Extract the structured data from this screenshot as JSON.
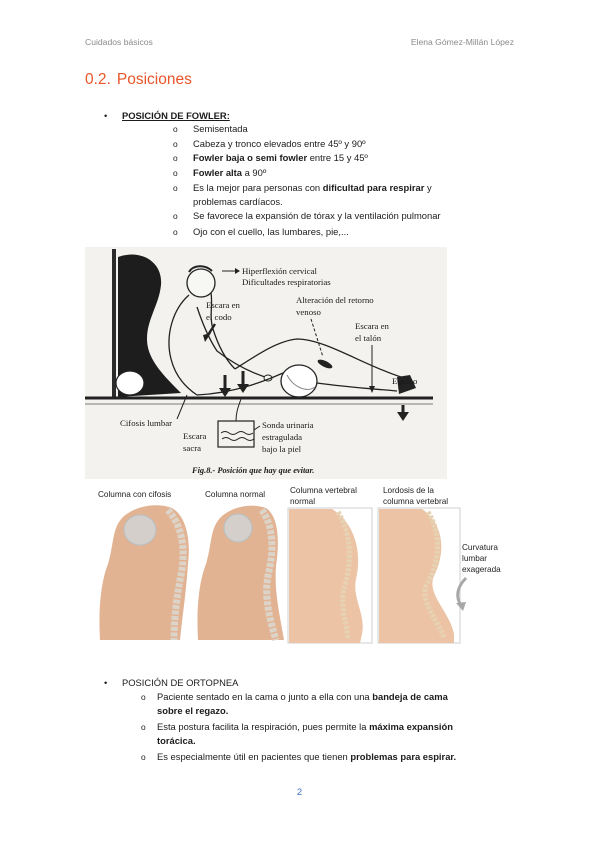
{
  "header": {
    "left": "Cuidados básicos",
    "right": "Elena Gómez-Millán López"
  },
  "section": {
    "number": "0.2.",
    "title": "Posiciones"
  },
  "bullets": {
    "level1": "•",
    "level2": "o"
  },
  "fowler": {
    "heading": "POSICIÓN DE FOWLER:",
    "items": [
      {
        "text": "Semisentada"
      },
      {
        "text": "Cabeza y tronco elevados entre 45º y 90º"
      },
      {
        "bold": "Fowler baja o semi fowler",
        "after": " entre 15 y 45º"
      },
      {
        "bold": "Fowler alta",
        "after": " a 90º"
      },
      {
        "before": "Es la mejor para personas con ",
        "bold": "dificultad para respirar",
        "after": " y",
        "line2": "problemas cardíacos."
      },
      {
        "text": "Se favorece la expansión de tórax y la ventilación pulmonar"
      },
      {
        "text": "Ojo con el cuello, las lumbares, pie,..."
      }
    ]
  },
  "figure_fowler": {
    "labels": {
      "hiperflexion": "Hiperflexión cervical",
      "dificultades": "Dificultades respiratorias",
      "escara_codo_1": "Escara en",
      "escara_codo_2": "el codo",
      "retorno_1": "Alteración del retorno",
      "retorno_2": "venoso",
      "escara_talon_1": "Escara en",
      "escara_talon_2": "el talón",
      "equino": "Equino",
      "cifosis": "Cifosis lumbar",
      "escara_sacra_1": "Escara",
      "escara_sacra_2": "sacra",
      "sonda_1": "Sonda urinaria",
      "sonda_2": "estragulada",
      "sonda_3": "bajo la piel"
    },
    "caption": "Fig.8.- Posición que hay que evitar."
  },
  "figure_spine": {
    "panels": [
      {
        "label": [
          "Columna con cifosis"
        ]
      },
      {
        "label": [
          "Columna normal"
        ]
      },
      {
        "label": [
          "Columna vertebral",
          "normal"
        ]
      },
      {
        "label": [
          "Lordosis de la",
          "columna vertebral"
        ]
      }
    ],
    "annotation": [
      "Curvatura",
      "lumbar",
      "exagerada"
    ]
  },
  "ortopnea": {
    "heading": "POSICIÓN DE ORTOPNEA",
    "items": [
      {
        "before": "Paciente sentado en la cama o junto a ella con una ",
        "bold": "bandeja de cama",
        "line2_bold": "sobre el regazo."
      },
      {
        "before": "Esta postura facilita la respiración, pues permite la ",
        "bold": "máxima expansión",
        "line2_bold": "torácica."
      },
      {
        "before": "Es especialmente útil en pacientes que tienen ",
        "bold": "problemas para espirar."
      }
    ]
  },
  "page_number": "2",
  "colors": {
    "title": "#e8552b",
    "page_number": "#3f6fc2",
    "header_text": "#8a8a8a"
  }
}
